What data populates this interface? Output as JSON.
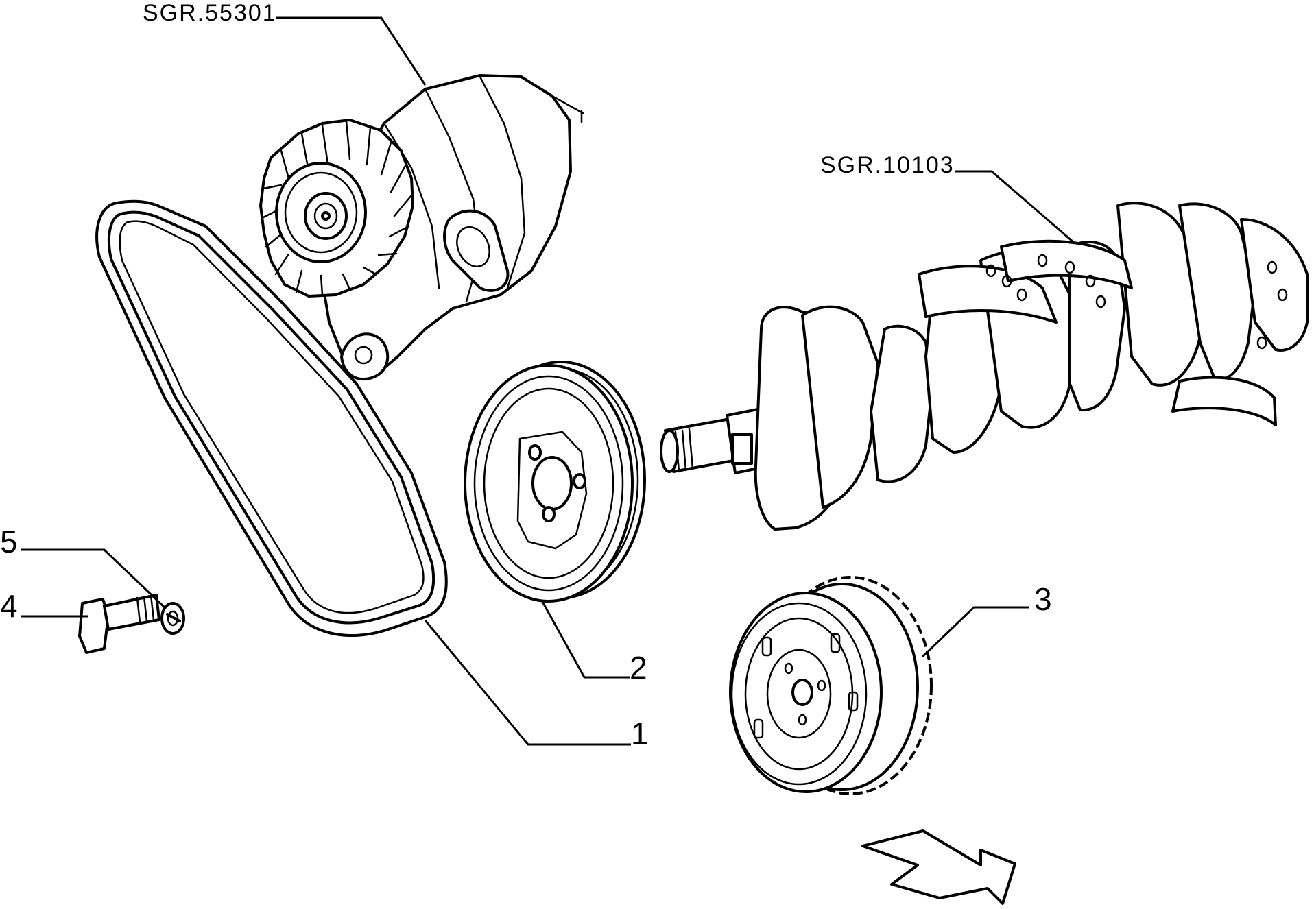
{
  "references": {
    "alternator": "SGR.55301",
    "crankshaft": "SGR.10103"
  },
  "callouts": {
    "item1": "1",
    "item2": "2",
    "item3": "3",
    "item4": "4",
    "item5": "5"
  },
  "colors": {
    "ink": "#000000",
    "paper": "#ffffff"
  },
  "icons": {
    "orientation": "direction-arrow-icon"
  }
}
